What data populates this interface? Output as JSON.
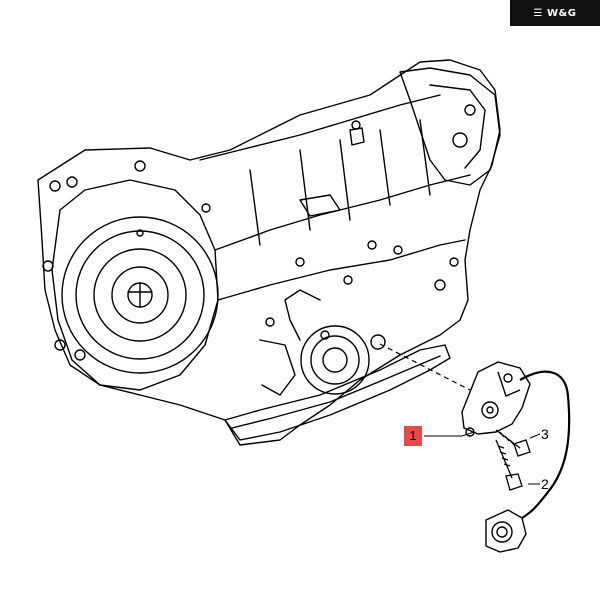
{
  "watermark": {
    "text": "W&G",
    "icon": "tire-marks-icon"
  },
  "callouts": {
    "item1": "1",
    "item2": "2",
    "item3": "3"
  },
  "colors": {
    "highlight": "#e84a4a",
    "line": "#000000",
    "badge": "#111111"
  }
}
